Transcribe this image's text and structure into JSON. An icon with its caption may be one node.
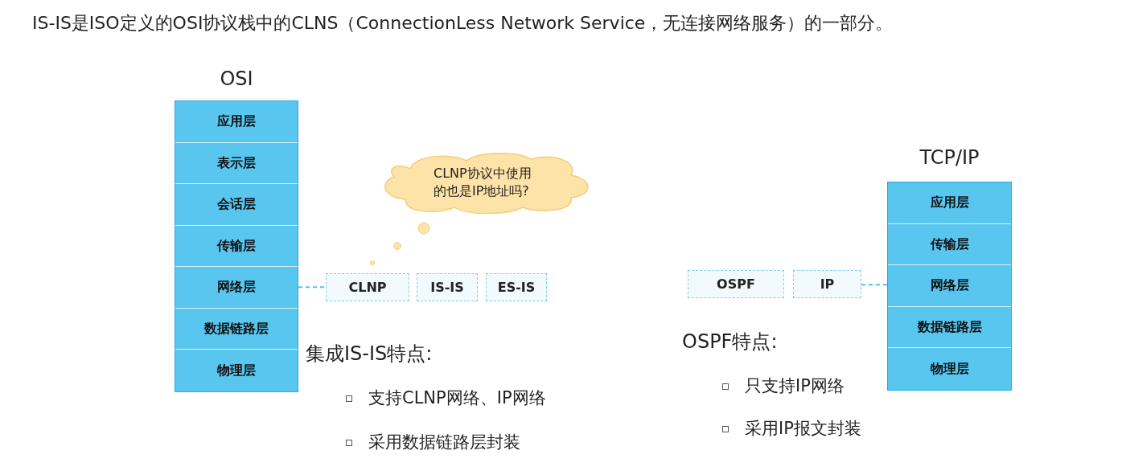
{
  "diagram": {
    "title": "IS-IS是ISO定义的OSI协议栈中的CLNS（ConnectionLess Network Service，无连接网络服务）的一部分。",
    "nodes": [
      {
        "text": [
          "OSI"
        ]
      },
      {
        "text": [
          "应用层"
        ],
        "in": 0
      },
      {
        "text": [
          "表示层"
        ],
        "in": 0
      },
      {
        "text": [
          "会话层"
        ],
        "in": 0
      },
      {
        "text": [
          "传输层"
        ],
        "in": 0
      },
      {
        "text": [
          "网络层"
        ],
        "in": 0
      },
      {
        "text": [
          "数据链路层"
        ],
        "in": 0
      },
      {
        "text": [
          "物理层"
        ],
        "in": 0
      },
      {
        "text": [
          "CLNP"
        ]
      },
      {
        "text": [
          "IS-IS"
        ]
      },
      {
        "text": [
          "ES-IS"
        ]
      },
      {
        "text": [
          "CLNP协议中使用的也是IP地址吗?"
        ]
      },
      {
        "text": [
          "TCP/IP"
        ]
      },
      {
        "text": [
          "应用层"
        ],
        "in": 12
      },
      {
        "text": [
          "传输层"
        ],
        "in": 12
      },
      {
        "text": [
          "网络层"
        ],
        "in": 12
      },
      {
        "text": [
          "数据链路层"
        ],
        "in": 12
      },
      {
        "text": [
          "物理层"
        ],
        "in": 12
      },
      {
        "text": [
          "OSPF"
        ]
      },
      {
        "text": [
          "IP"
        ]
      }
    ],
    "edges": [
      {
        "from": 5,
        "to": 8,
        "arrow": "none",
        "style": "dashed"
      },
      {
        "from": 19,
        "to": 15,
        "arrow": "none",
        "style": "dashed"
      }
    ],
    "labels": [
      "集成IS-IS特点:",
      "支持CLNP网络、IP网络",
      "采用数据链路层封装",
      "OSPF特点:",
      "只支持IP网络",
      "采用IP报文封装"
    ]
  }
}
